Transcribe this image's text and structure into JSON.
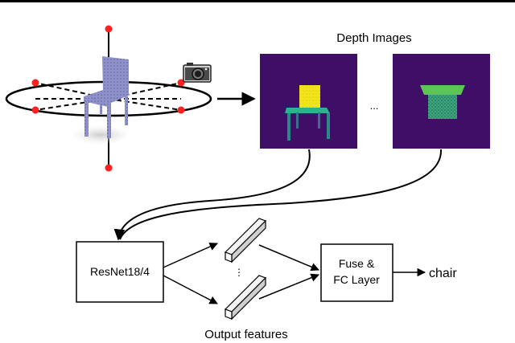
{
  "labels": {
    "depth_images": "Depth Images",
    "ellipsis_depth": "...",
    "ellipsis_features": "⋮",
    "encoder": "ResNet18/4",
    "fuse_line1": "Fuse &",
    "fuse_line2": "FC Layer",
    "output_class": "chair",
    "output_features": "Output features"
  },
  "icons": {
    "camera": "camera-icon",
    "chair": "chair-point-cloud"
  },
  "colors": {
    "depth_background": "#3f0e66",
    "chair_front_view": "#f2e31a",
    "chair_front_seat": "#2bb38a",
    "chair_top_view": "#3aa77c",
    "chair_top_back": "#5ec35a",
    "viewpoint_marker": "#ff2020",
    "chair_cloud": "#8e92c8"
  }
}
